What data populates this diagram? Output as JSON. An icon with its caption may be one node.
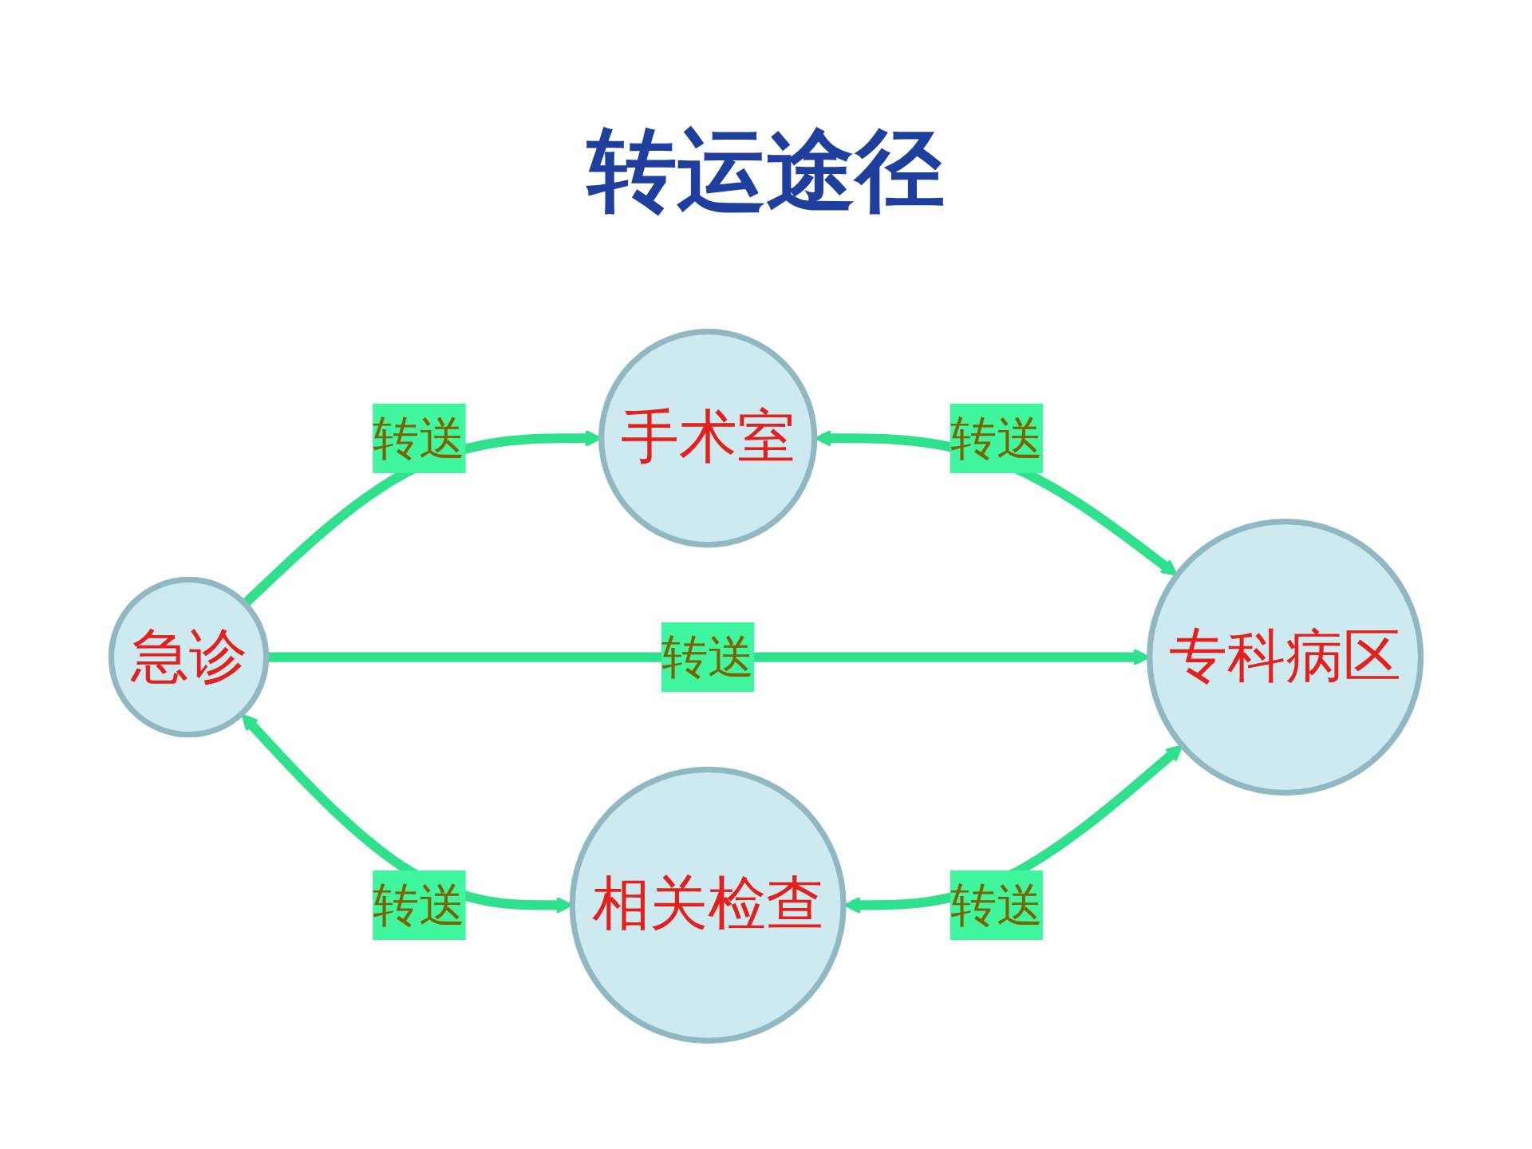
{
  "diagram": {
    "title": "转运途径",
    "nodes": [
      {
        "text": [
          "手术室"
        ]
      },
      {
        "text": [
          "急诊"
        ]
      },
      {
        "text": [
          "专科病区"
        ]
      },
      {
        "text": [
          "相关检查"
        ]
      }
    ],
    "edges": [
      {
        "from": 1,
        "to": 0,
        "arrow": "to",
        "label": "转送"
      },
      {
        "from": 0,
        "to": 2,
        "arrow": "both",
        "label": "转送"
      },
      {
        "from": 1,
        "to": 2,
        "arrow": "to",
        "label": "转送"
      },
      {
        "from": 1,
        "to": 3,
        "arrow": "both",
        "label": "转送"
      },
      {
        "from": 3,
        "to": 2,
        "arrow": "both",
        "label": "转送"
      }
    ]
  }
}
